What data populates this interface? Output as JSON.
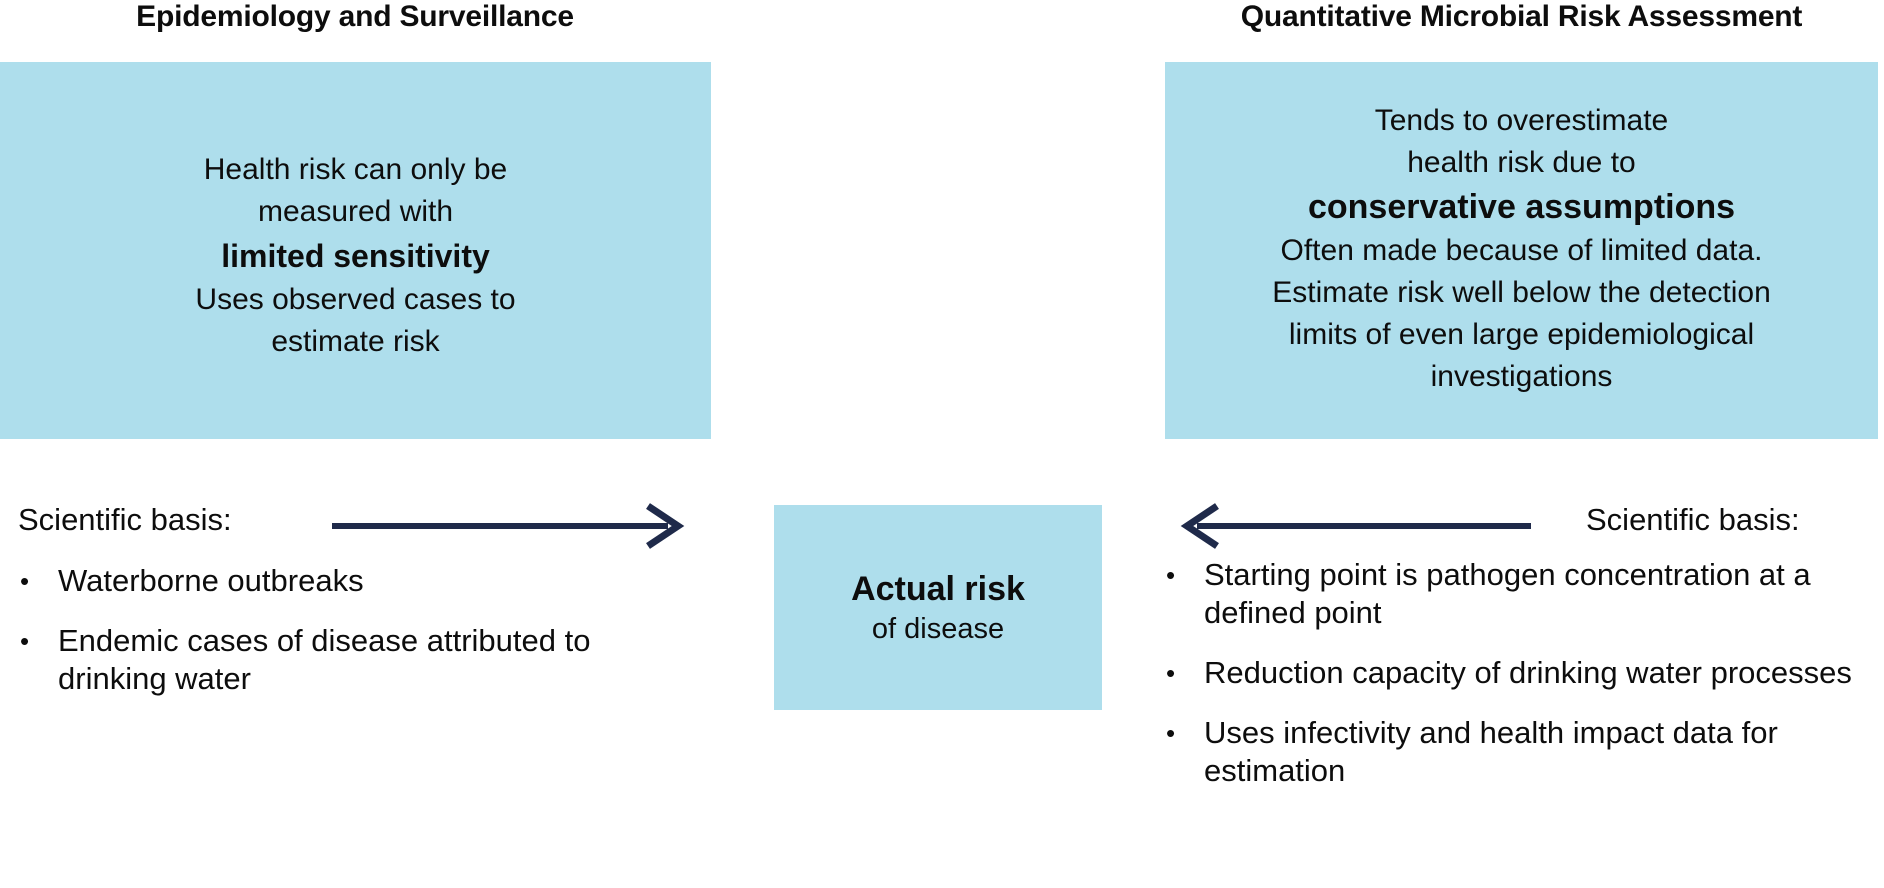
{
  "columns": {
    "left": {
      "header": "Epidemiology and Surveillance",
      "panel": {
        "line1": "Health risk can only be",
        "line2": "measured with",
        "emphasis": "limited sensitivity",
        "line3": "Uses observed cases to",
        "line4": "estimate  risk"
      },
      "scientific_basis_label": "Scientific basis:",
      "bullets": [
        {
          "marker": "•",
          "text": "Waterborne outbreaks"
        },
        {
          "marker": "•",
          "text": "Endemic cases of disease attributed to drinking water"
        }
      ],
      "arrow": {
        "name": "arrow-right",
        "direction": "right",
        "color": "#1f2a4a"
      }
    },
    "right": {
      "header": "Quantitative Microbial Risk Assessment",
      "panel": {
        "line1": "Tends to overestimate",
        "line2": "health risk due to",
        "emphasis": "conservative assumptions",
        "line3": "Often made because of limited data.",
        "line4": "Estimate risk well below the detection",
        "line5": "limits of even large epidemiological",
        "line6": "investigations"
      },
      "scientific_basis_label": "Scientific basis:",
      "bullets": [
        {
          "marker": "•",
          "text": "Starting point is pathogen concentration at a defined point"
        },
        {
          "marker": "•",
          "text": "Reduction capacity of drinking water processes"
        },
        {
          "marker": "•",
          "text": "Uses infectivity and health impact data for estimation"
        }
      ],
      "arrow": {
        "name": "arrow-left",
        "direction": "left",
        "color": "#1f2a4a"
      }
    }
  },
  "center": {
    "title": "Actual risk",
    "subtitle": "of disease"
  },
  "colors": {
    "panel_fill": "#aedeec",
    "arrow": "#1f2a4a",
    "text": "#0d0d0d",
    "background": "#ffffff"
  }
}
